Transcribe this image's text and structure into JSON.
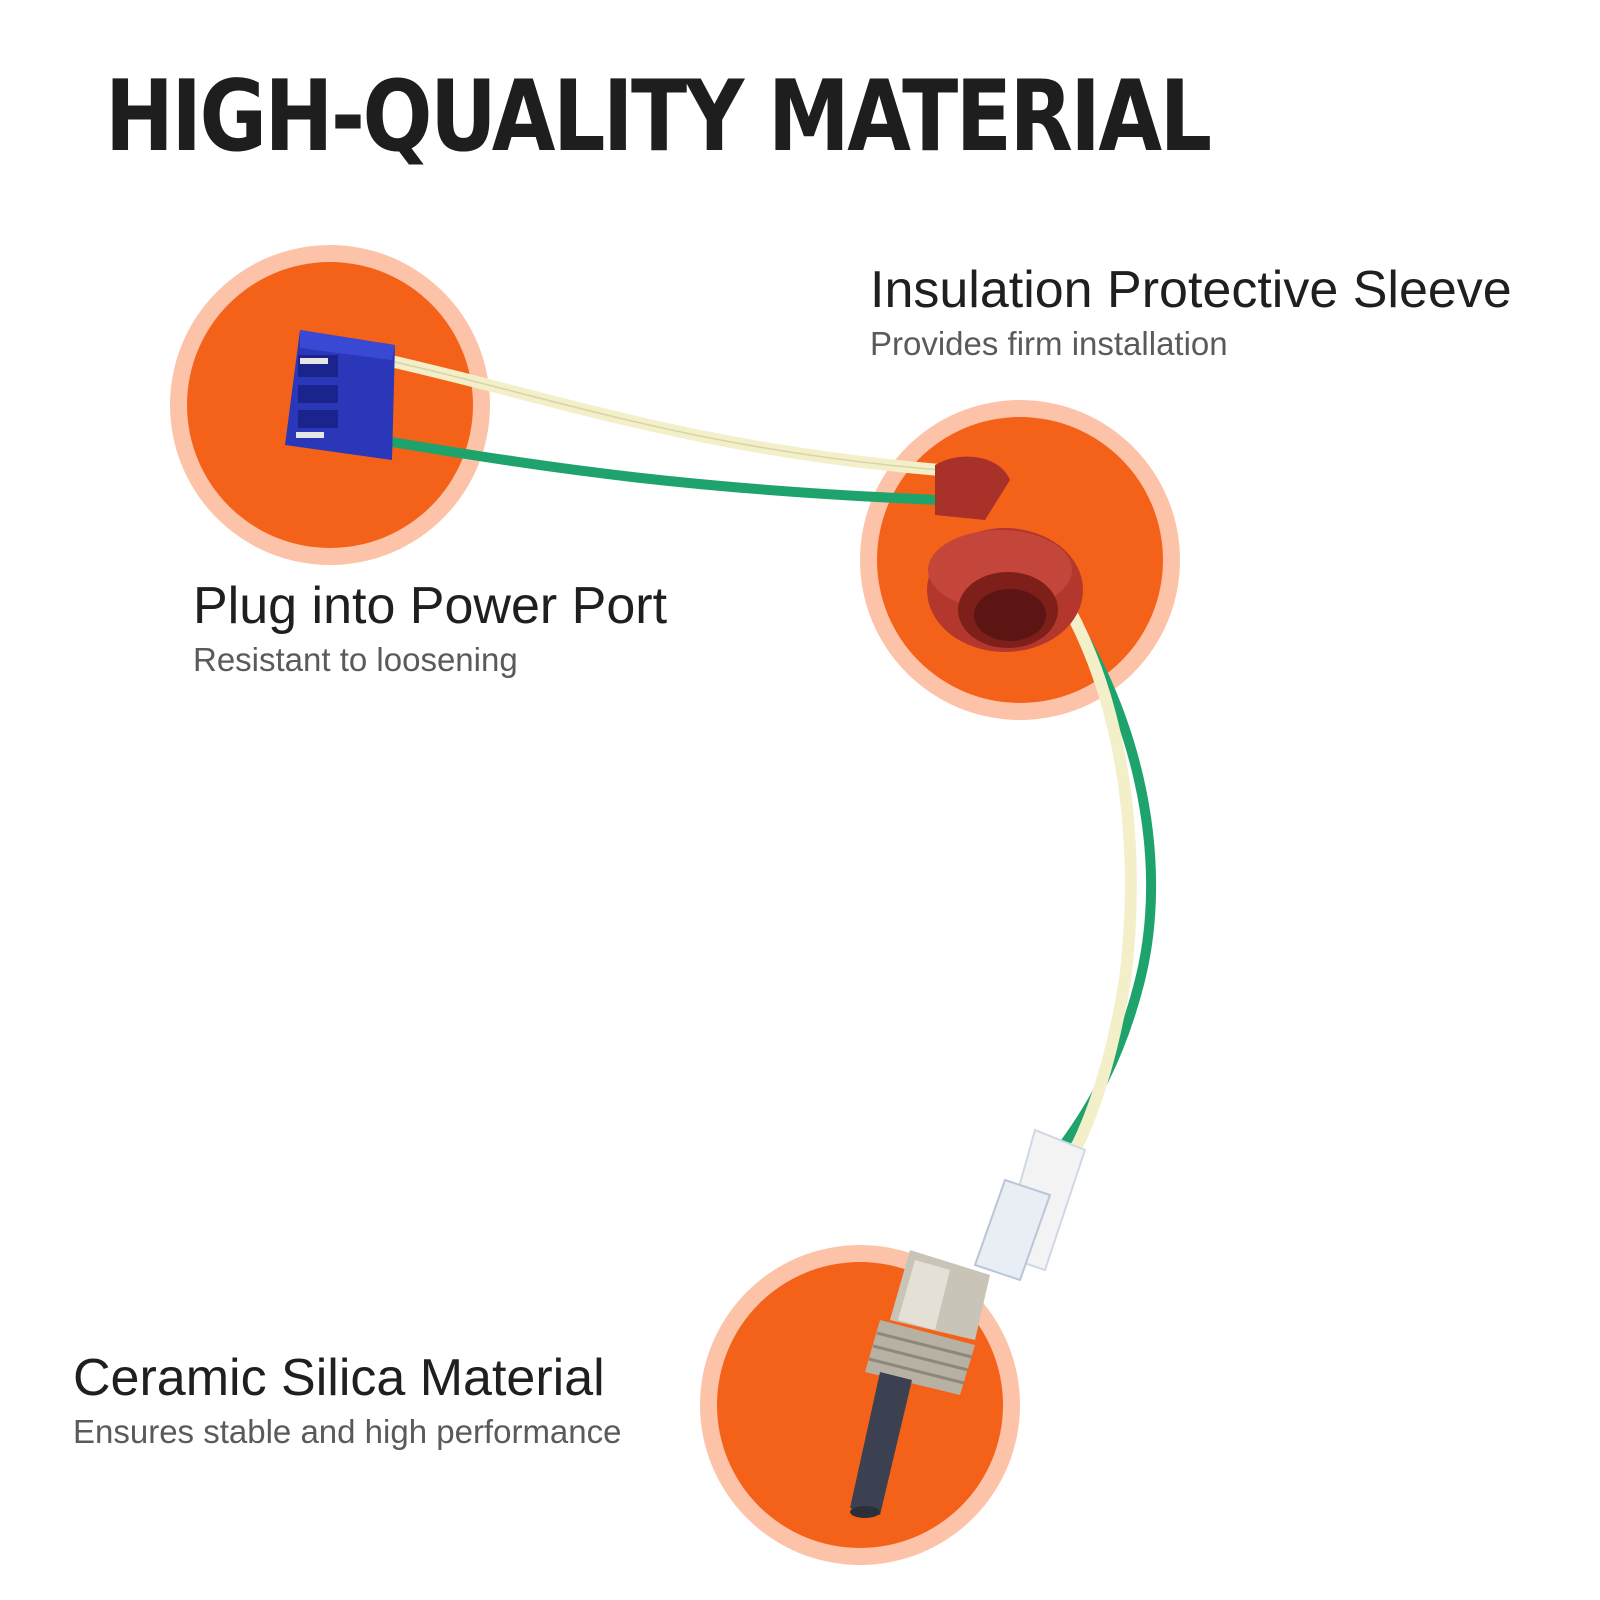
{
  "headline": "HIGH-QUALITY MATERIAL",
  "callouts": [
    {
      "title": "Insulation Protective Sleeve",
      "desc": "Provides firm installation"
    },
    {
      "title": "Plug into Power Port",
      "desc": "Resistant to loosening"
    },
    {
      "title": "Ceramic Silica Material",
      "desc": "Ensures stable and high performance"
    }
  ],
  "colors": {
    "accent": "#f4621a",
    "ring": "#fcc3a8",
    "connector": "#2a37b8",
    "sleeve": "#b3372c",
    "wire_cream": "#f3efc9",
    "wire_green": "#1ea36c",
    "plug_metal": "#c9c4b8",
    "ceramic_rod": "#3b4150"
  }
}
